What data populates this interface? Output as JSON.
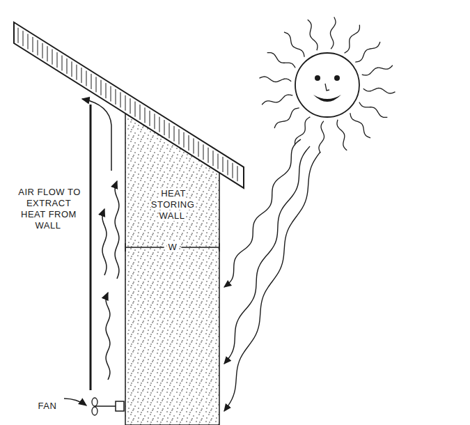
{
  "diagram": {
    "nodes": [
      {
        "text": [
          "HEAT STORING WALL"
        ]
      }
    ],
    "labels": [
      "AIR FLOW TO EXTRACT HEAT FROM WALL",
      "W",
      "FAN"
    ]
  }
}
